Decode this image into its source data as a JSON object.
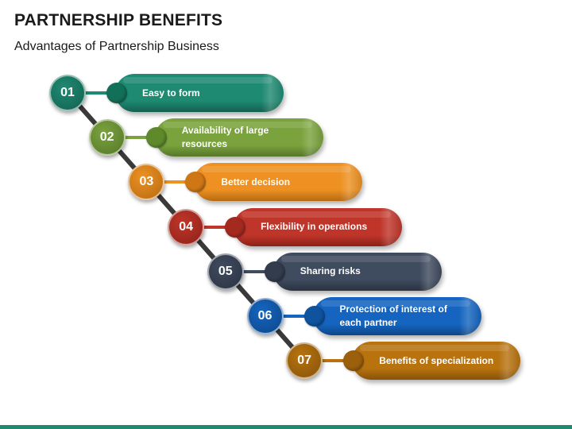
{
  "header": {
    "title": "PARTNERSHIP BENEFITS",
    "subtitle": "Advantages of Partnership Business"
  },
  "steps": [
    {
      "number": "01",
      "label": "Easy to form",
      "color": "#1e8a72",
      "dark": "#14604f",
      "knob": "#137058"
    },
    {
      "number": "02",
      "label": "Availability of large resources",
      "color": "#7aa33d",
      "dark": "#56762a",
      "knob": "#5f8a2c"
    },
    {
      "number": "03",
      "label": "Better decision",
      "color": "#ee9122",
      "dark": "#b56a12",
      "knob": "#cf7715"
    },
    {
      "number": "04",
      "label": "Flexibility in operations",
      "color": "#c0352a",
      "dark": "#8c2118",
      "knob": "#a42a20"
    },
    {
      "number": "05",
      "label": "Sharing risks",
      "color": "#3f4b5f",
      "dark": "#2a3342",
      "knob": "#323c4d"
    },
    {
      "number": "06",
      "label": "Protection of interest of\neach partner",
      "color": "#1565c0",
      "dark": "#0d4688",
      "knob": "#0f529e"
    },
    {
      "number": "07",
      "label": "Benefits of specialization",
      "color": "#b8730f",
      "dark": "#86520a",
      "knob": "#9c600c"
    }
  ],
  "colors": {
    "spine": "#3a3a3a",
    "footer": "#1e8a72"
  }
}
